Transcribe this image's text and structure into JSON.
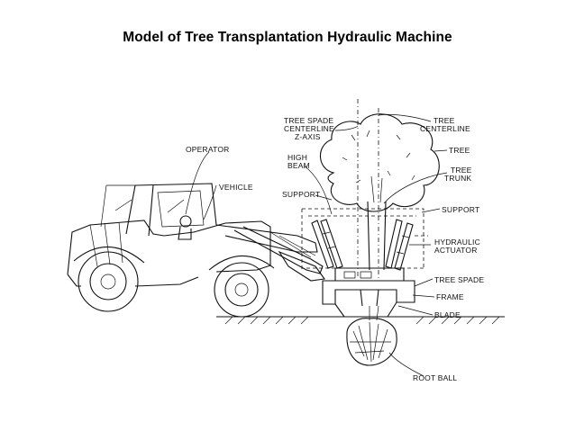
{
  "title": "Model of Tree Transplantation Hydraulic Machine",
  "labels": {
    "operator": "OPERATOR",
    "vehicle": "VEHICLE",
    "high_beam_1": "HIGH",
    "high_beam_2": "BEAM",
    "support_left": "SUPPORT",
    "tree_spade_centerline_1": "TREE SPADE",
    "tree_spade_centerline_2": "CENTERLINE",
    "tree_spade_centerline_3": "Z-AXIS",
    "tree_centerline_1": "TREE",
    "tree_centerline_2": "CENTERLINE",
    "tree": "TREE",
    "tree_trunk_1": "TREE",
    "tree_trunk_2": "TRUNK",
    "support_right": "SUPPORT",
    "hydraulic_actuator_1": "HYDRAULIC",
    "hydraulic_actuator_2": "ACTUATOR",
    "tree_spade": "TREE SPADE",
    "frame": "FRAME",
    "blade": "BLADE",
    "root_ball": "ROOT BALL"
  }
}
